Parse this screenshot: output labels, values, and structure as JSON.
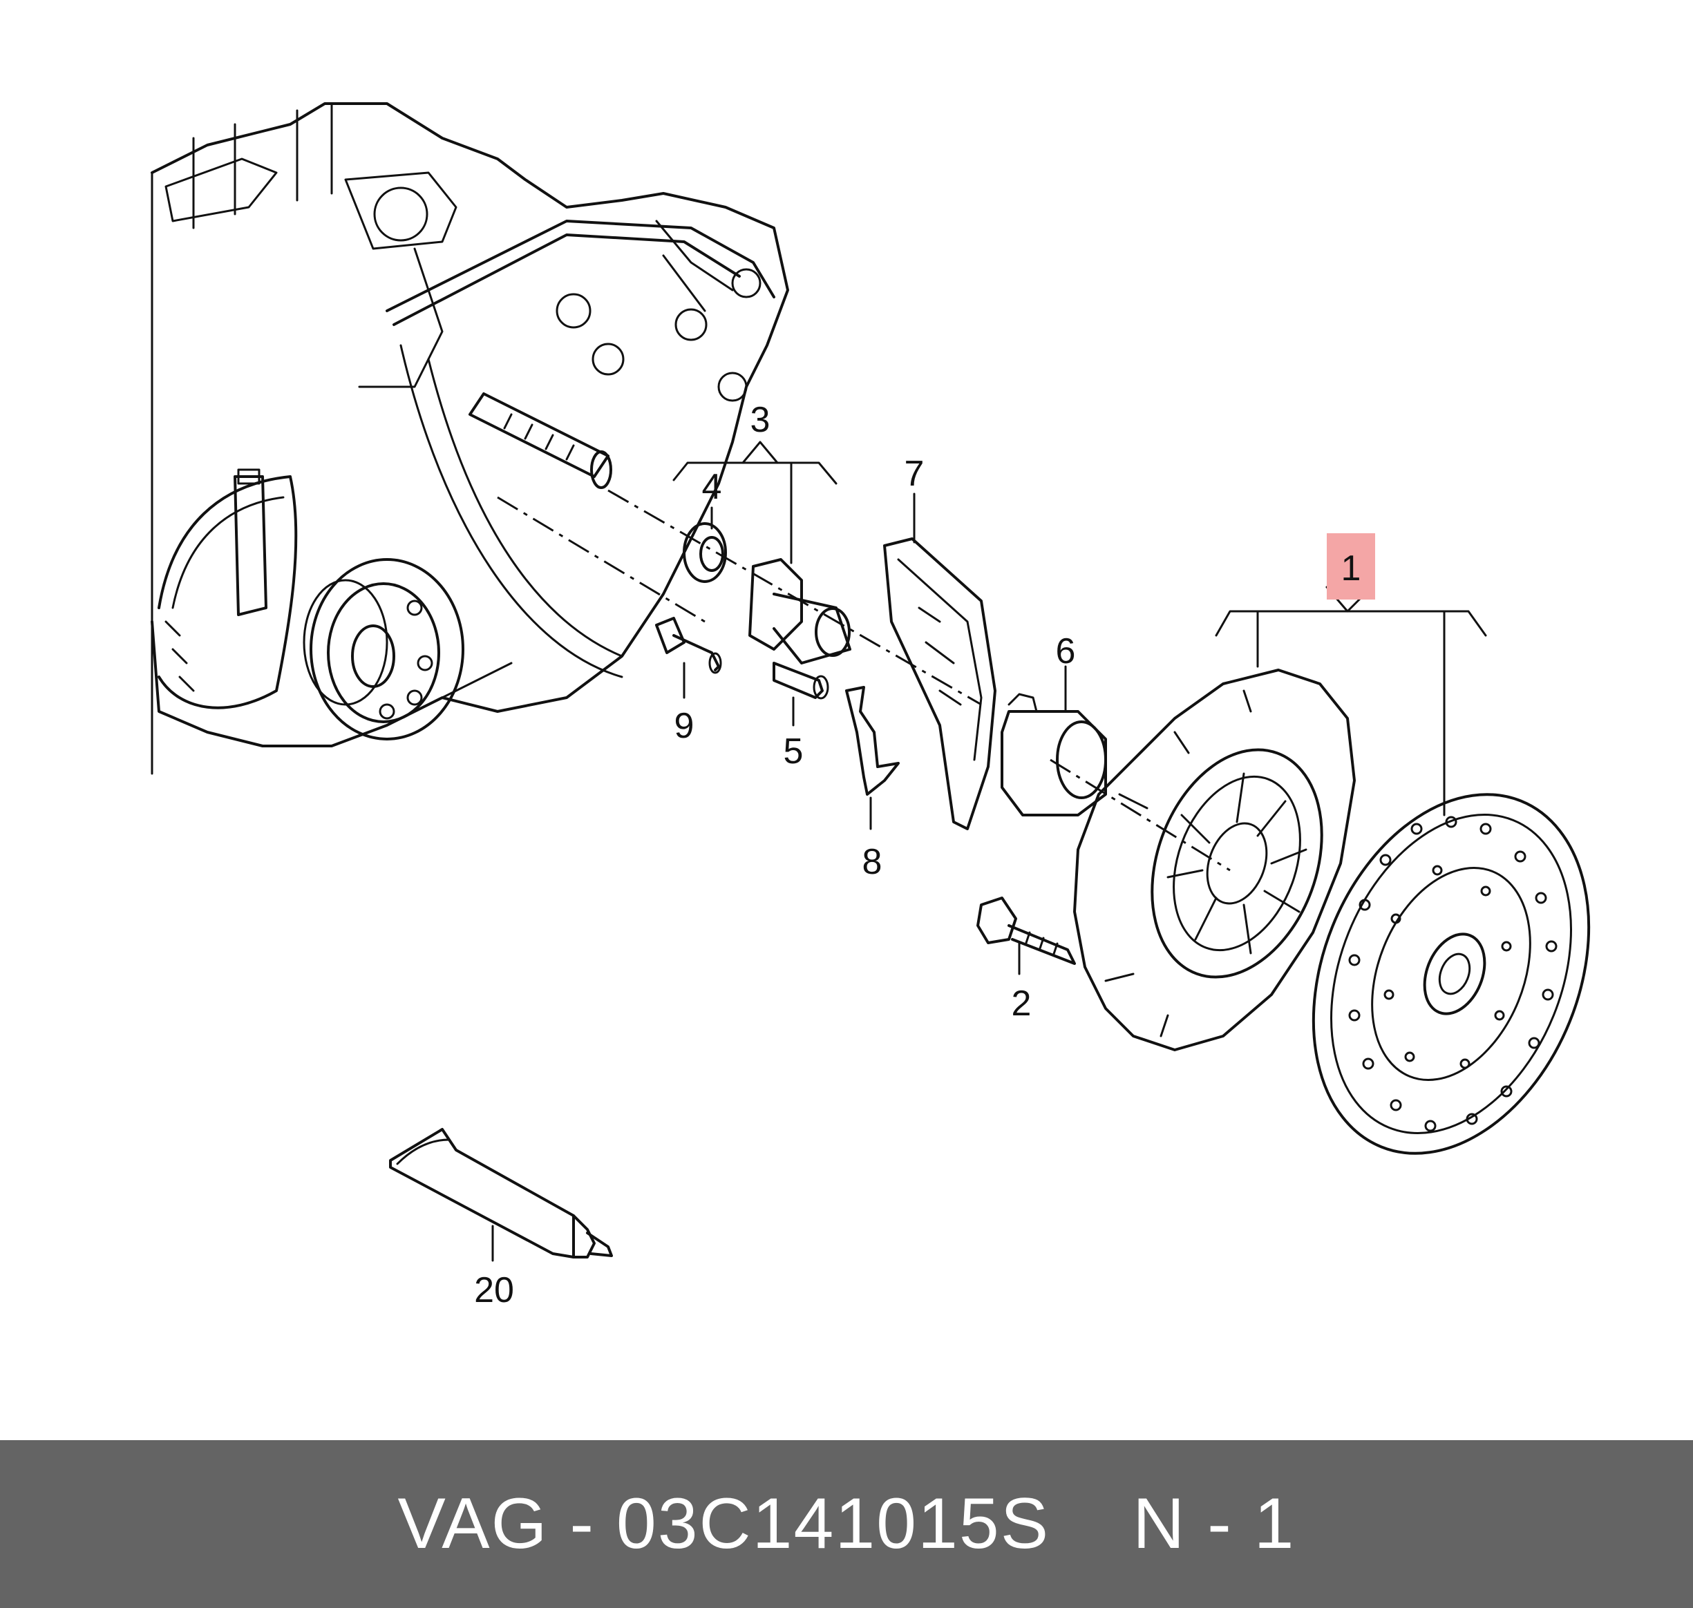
{
  "callouts": {
    "c1": "1",
    "c2": "2",
    "c3": "3",
    "c4": "4",
    "c5": "5",
    "c6": "6",
    "c7": "7",
    "c8": "8",
    "c9": "9",
    "c20": "20"
  },
  "highlight_color": "#f4a6a6",
  "footer": {
    "part_label": "VAG - 03C141015S",
    "qty_label": "N - 1"
  }
}
